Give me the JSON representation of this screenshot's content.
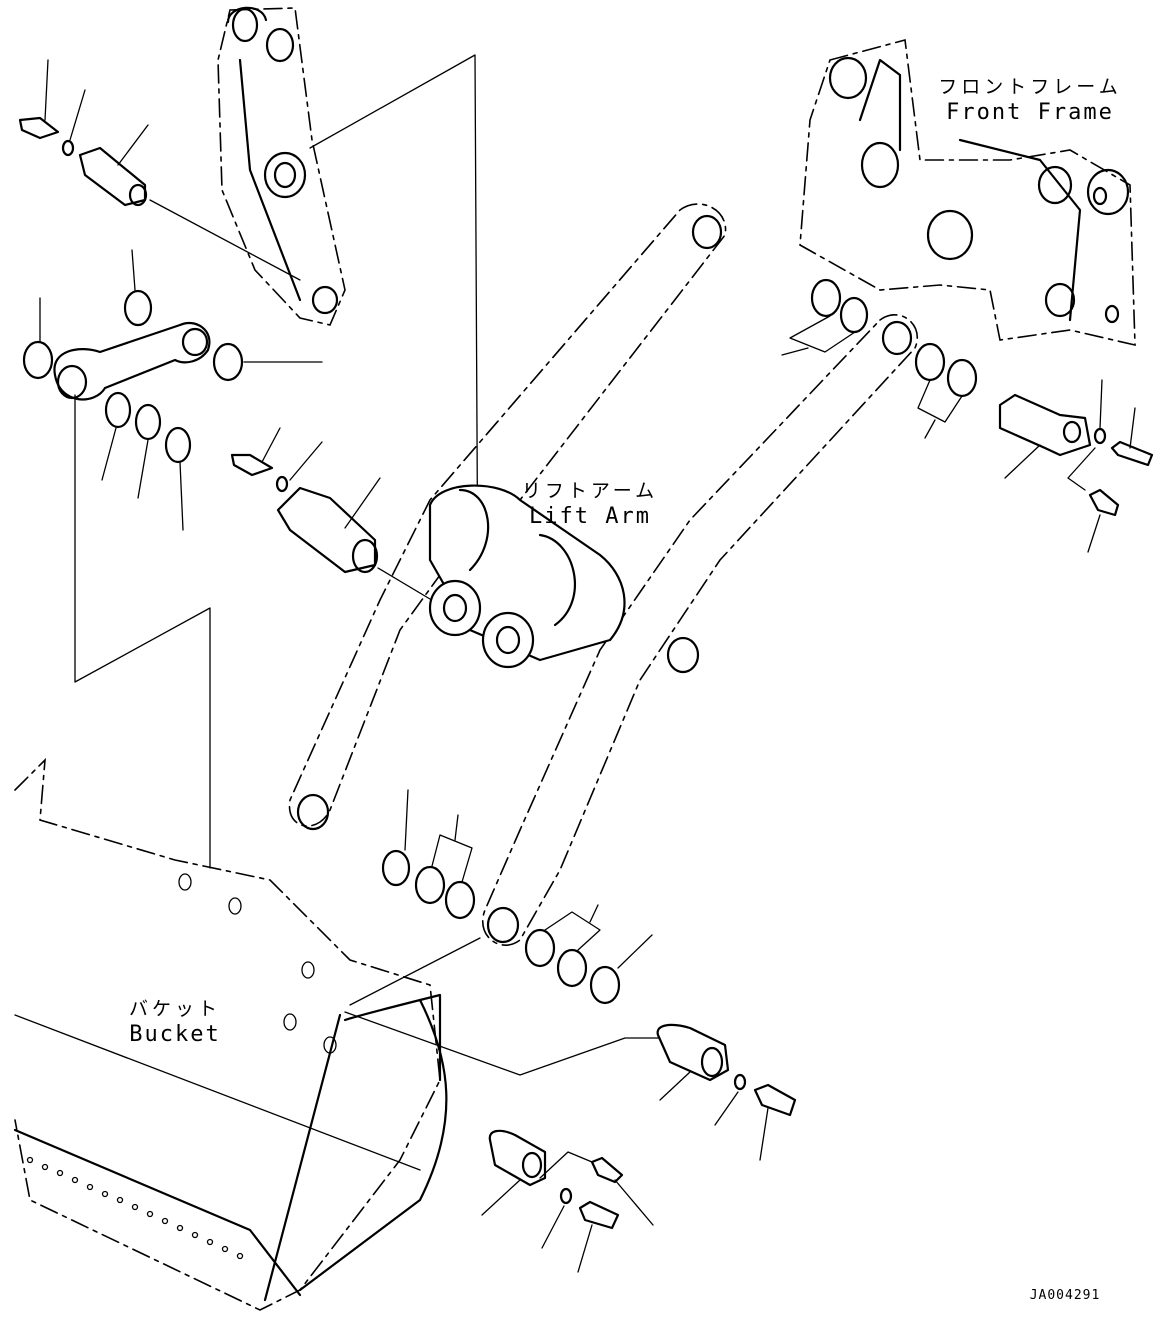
{
  "labels": {
    "front_frame": {
      "jp": "フロントフレーム",
      "en": "Front Frame"
    },
    "lift_arm": {
      "jp": "リフトアーム",
      "en": "Lift Arm"
    },
    "bucket": {
      "jp": "バケット",
      "en": "Bucket"
    }
  },
  "drawing_code": "JA004291"
}
